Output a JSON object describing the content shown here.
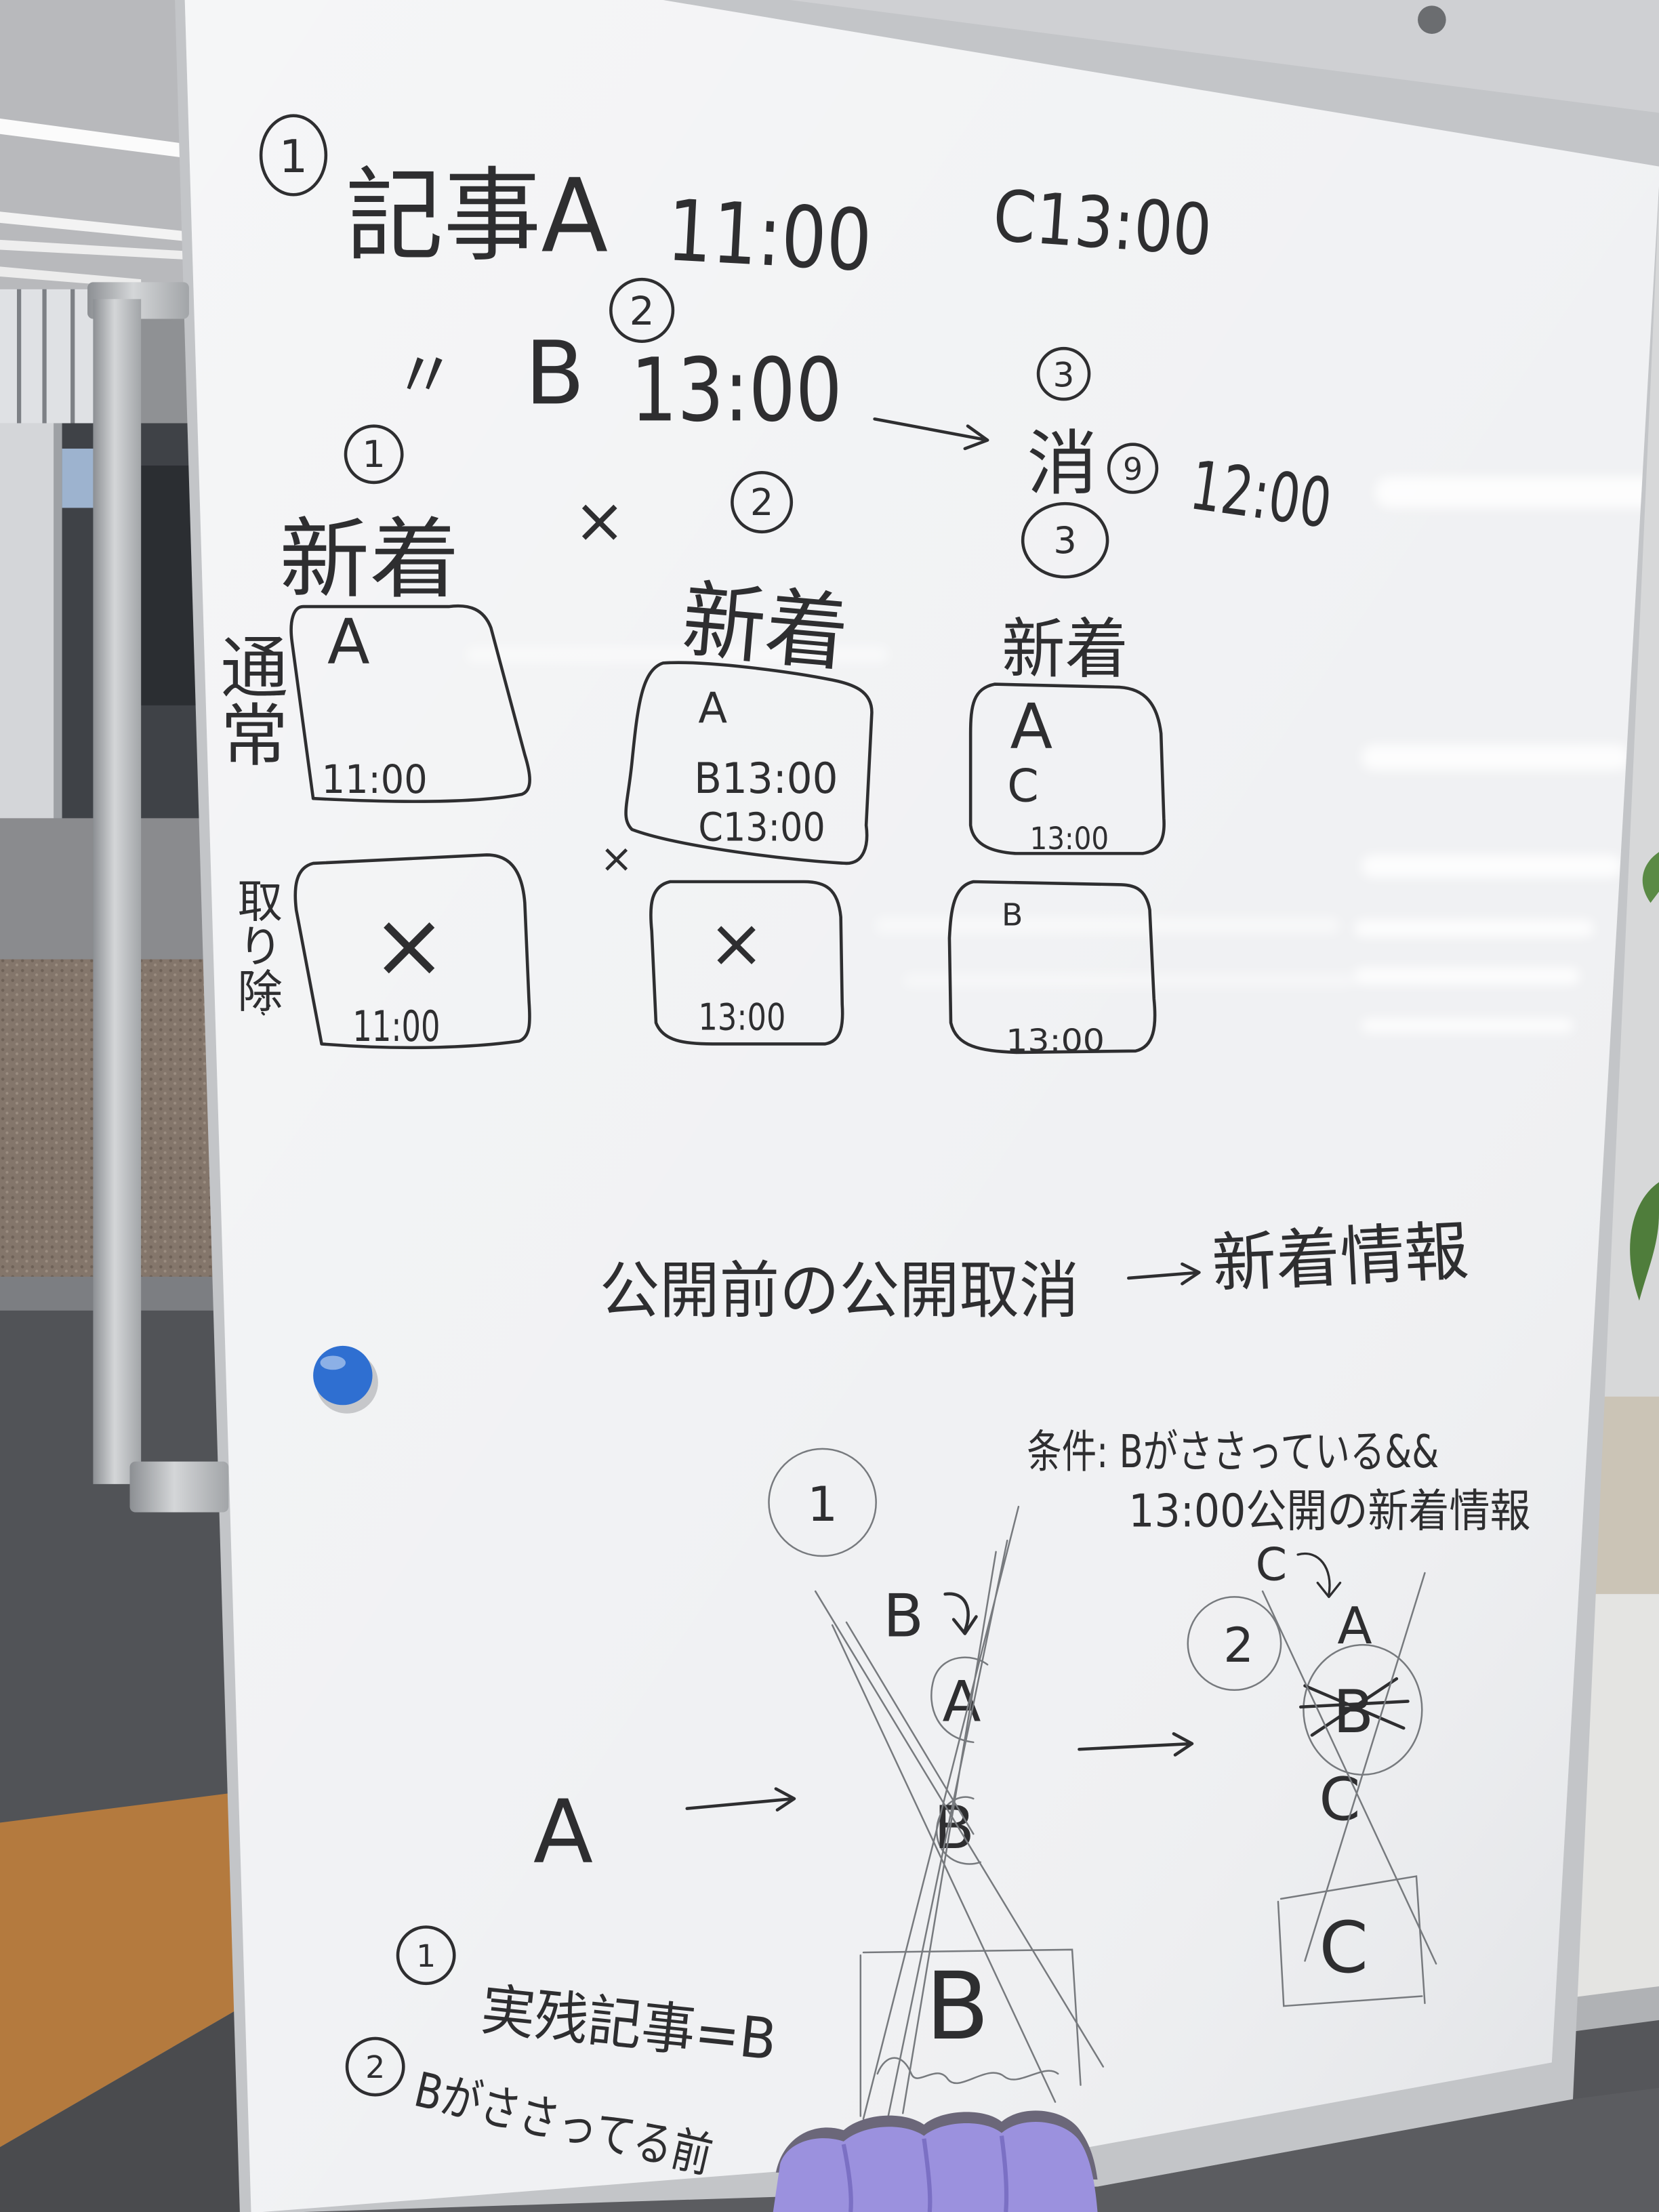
{
  "board": {
    "top": {
      "a": {
        "num": "1",
        "label": "記事A",
        "time": "11:00"
      },
      "c": {
        "label": "C13:00"
      },
      "b": {
        "num": "2",
        "ditto": "〃",
        "label": "B",
        "time": "13:00"
      },
      "del": {
        "num": "3",
        "label": "消",
        "sub_num": "9",
        "time": "12:00"
      }
    },
    "marks": {
      "between": "×",
      "small": "×"
    },
    "row_labels": {
      "normal": "通常",
      "removed": "取り除"
    },
    "columns": [
      {
        "num": "1",
        "heading": "新着",
        "normal": {
          "line1": "A",
          "time": "11:00"
        },
        "removed": {
          "mark": "×",
          "time": "11:00"
        }
      },
      {
        "num": "2",
        "heading": "新着",
        "normal": {
          "line1": "A",
          "line2": "B13:00",
          "line3": "C13:00"
        },
        "removed": {
          "mark": "×",
          "time": "13:00"
        }
      },
      {
        "num": "3",
        "heading": "新着",
        "normal": {
          "line1": "A",
          "line2": "C",
          "time": "13:00"
        },
        "removed": {
          "line1": "B",
          "time": "13:00"
        }
      }
    ],
    "note": {
      "left": "公開前の公開取消",
      "right": "新着情報"
    },
    "condition": {
      "line1": "条件: Bがささっている&&",
      "line2": "13:00公開の新着情報"
    },
    "diagram": {
      "start": "A",
      "step1": {
        "num": "1",
        "incoming": "B",
        "top": "A",
        "middle": "B",
        "box": "B"
      },
      "step2": {
        "num": "2",
        "incoming": "C",
        "top": "A",
        "middle": "B",
        "lower": "C",
        "box": "C"
      }
    },
    "bottom_notes": [
      {
        "num": "1",
        "text": "実残記事=B"
      },
      {
        "num": "2",
        "text": "Bがささってる前"
      }
    ]
  },
  "colors": {
    "marker": "#2e2e30",
    "board": "#f0f1f3",
    "magnet": "#2f6fd1",
    "eraser": "#9b91de"
  }
}
